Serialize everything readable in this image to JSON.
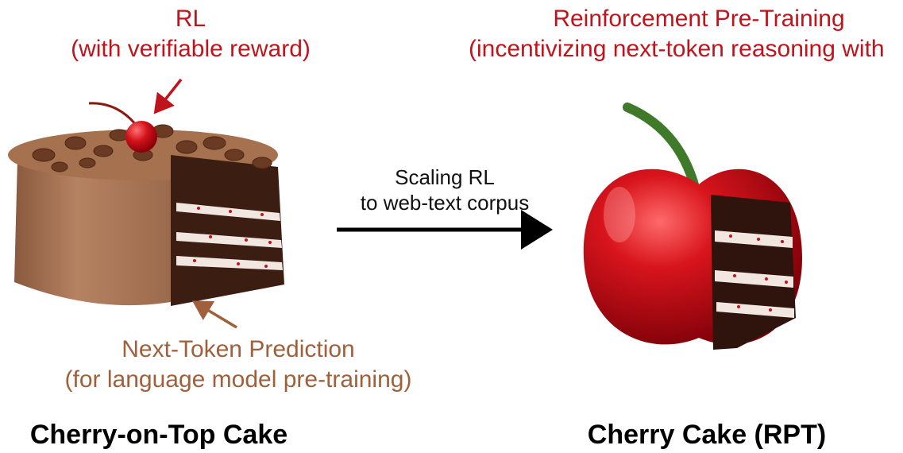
{
  "left": {
    "rl_title": "RL",
    "rl_subtitle": "(with verifiable reward)",
    "ntp_title": "Next-Token Prediction",
    "ntp_subtitle": "(for language model pre-training)",
    "caption": "Cherry-on-Top Cake"
  },
  "middle": {
    "arrow_line1": "Scaling RL",
    "arrow_line2": "to web-text corpus"
  },
  "right": {
    "rpt_title": "Reinforcement Pre-Training",
    "rpt_subtitle": "(incentivizing next-token reasoning with",
    "caption": "Cherry Cake (RPT)"
  },
  "colors": {
    "red_label": "#c0141c",
    "brown_label": "#a0603c",
    "black": "#000000"
  }
}
